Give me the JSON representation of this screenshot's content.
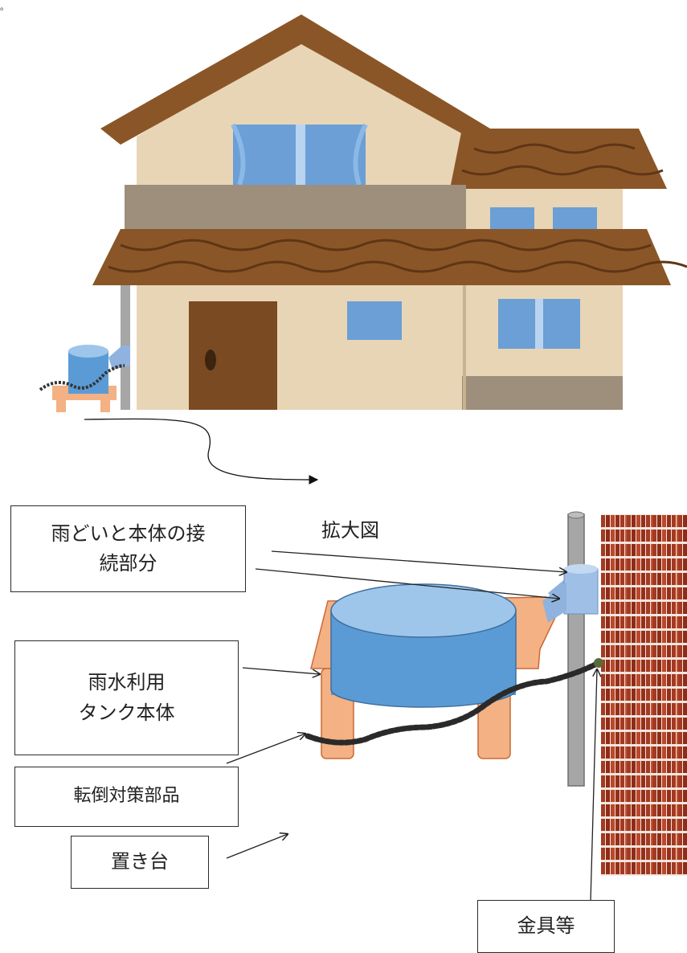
{
  "page_mark": "。",
  "enlarged_view_label": "拡大図",
  "labels": {
    "gutter_connection": "雨どいと本体の接\n続部分",
    "tank_body": "雨水利用\nタンク本体",
    "tip_prevention": "転倒対策部品",
    "stand": "置き台",
    "bracket": "金具等"
  },
  "colors": {
    "roof": "#8a5628",
    "roof_dark": "#6b3f1b",
    "wall": "#e8d5b5",
    "balcony": "#9d8f7c",
    "window": "#6b9fd6",
    "door": "#7a4a22",
    "tank": "#5b9bd5",
    "tank_top": "#9ec5ea",
    "stand": "#f4b183",
    "pipe": "#a6a6a6",
    "brick": "#a33a22"
  }
}
